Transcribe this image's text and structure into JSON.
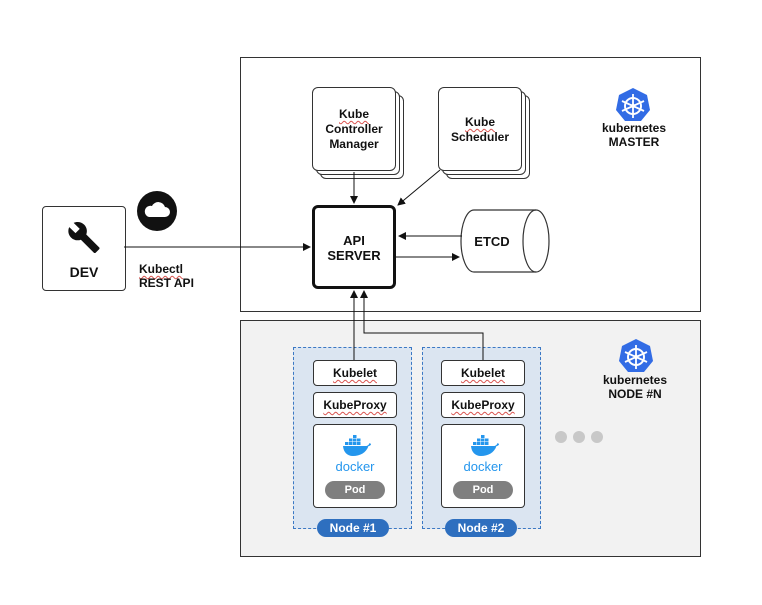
{
  "dev": {
    "label": "DEV",
    "icon": "wrench-icon"
  },
  "kubectl": {
    "line1": "Kubectl",
    "line2": "REST API",
    "icon": "cloud-icon"
  },
  "master": {
    "controller_manager": {
      "line1": "Kube",
      "line2": "Controller",
      "line3": "Manager"
    },
    "scheduler": {
      "line1": "Kube",
      "line2": "Scheduler"
    },
    "api_server": {
      "line1": "API",
      "line2": "SERVER"
    },
    "etcd": "ETCD",
    "brand": {
      "line1": "kubernetes",
      "line2": "MASTER"
    }
  },
  "nodes": {
    "brand": {
      "line1": "kubernetes",
      "line2": "NODE #N"
    },
    "items": [
      {
        "kubelet": "Kubelet",
        "kubeproxy": "KubeProxy",
        "docker": "docker",
        "pod": "Pod",
        "name": "Node #1"
      },
      {
        "kubelet": "Kubelet",
        "kubeproxy": "KubeProxy",
        "docker": "docker",
        "pod": "Pod",
        "name": "Node #2"
      }
    ]
  },
  "colors": {
    "node_blue": "#2e6fbf",
    "k8s_blue": "#326ce5",
    "docker_blue": "#2496ed",
    "pod_gray": "#7f7f7f"
  }
}
